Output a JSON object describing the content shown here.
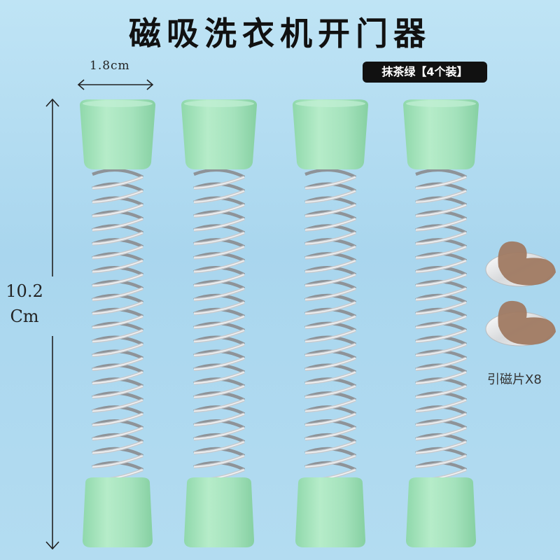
{
  "product": {
    "title": "磁吸洗衣机开门器",
    "variant_badge": "抹茶绿【4个装】",
    "width_label": "1.8cm",
    "height_label_line1": "10.2",
    "height_label_line2": "Cm",
    "magnet_label": "引磁片X8"
  },
  "colors": {
    "background": "#b3dcf1",
    "cap_color": "#a8e4c0",
    "spring_color": "#c9ccd0",
    "magnet_backing": "#a07a62",
    "magnet_plate": "#e6e8ea"
  },
  "icons": {
    "springs": [
      "spring-icon",
      "spring-icon",
      "spring-icon",
      "spring-icon"
    ],
    "magnet_sheets": [
      "magnet-sheet-icon",
      "magnet-sheet-icon"
    ]
  }
}
